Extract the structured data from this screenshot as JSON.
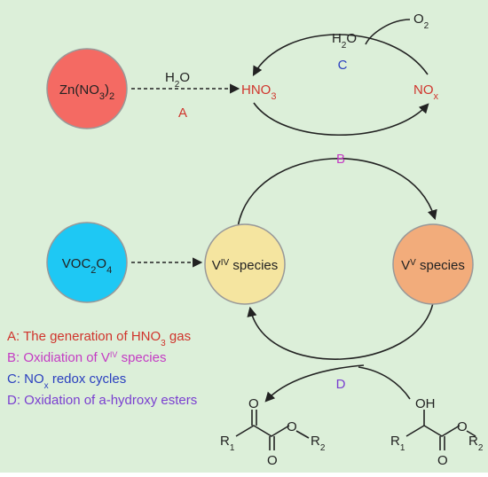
{
  "nodes": {
    "zn": {
      "label": "Zn(NO",
      "sub1": "3",
      "close": ")",
      "sub2": "2",
      "color": "#f46a63"
    },
    "voc": {
      "label": "VOC",
      "sub1": "2",
      "mid": "O",
      "sub2": "4",
      "color": "#1ec8f4"
    },
    "v4": {
      "label": "V",
      "sup": "IV",
      "rest": " species",
      "color": "#f5e5a0"
    },
    "v5": {
      "label": "V",
      "sup": "V",
      "rest": " species",
      "color": "#f2ac7b"
    }
  },
  "labels": {
    "h2o_a": {
      "main": "H",
      "sub": "2",
      "rest": "O"
    },
    "h2o_c": {
      "main": "H",
      "sub": "2",
      "rest": "O"
    },
    "o2": {
      "main": "O",
      "sub": "2"
    },
    "hno3": {
      "main": "HNO",
      "sub": "3"
    },
    "nox": {
      "main": "NO",
      "sub": "x"
    },
    "A": "A",
    "B": "B",
    "C": "C",
    "D": "D"
  },
  "legend": {
    "a": {
      "prefix": "A: The generation of HNO",
      "sub": "3",
      "suffix": " gas",
      "color": "#d0342c"
    },
    "b": {
      "prefix": "B: Oxidiation of V",
      "sup": "IV",
      "suffix": " species",
      "color": "#c43cc4"
    },
    "c": {
      "prefix": "C: NO",
      "sub": "x",
      "suffix": " redox cycles",
      "color": "#2a3fbf"
    },
    "d": {
      "text": "D: Oxidation of a-hydroxy esters",
      "color": "#7a3fd0"
    }
  },
  "structures": {
    "product": {
      "r1": "R",
      "r1sub": "1",
      "o1": "O",
      "o2": "O",
      "o3": "O",
      "r2": "R",
      "r2sub": "2"
    },
    "reactant": {
      "oh": "OH",
      "r1": "R",
      "r1sub": "1",
      "o1": "O",
      "o2": "O",
      "r2": "R",
      "r2sub": "2"
    }
  },
  "colors": {
    "background": "#dcefd9",
    "arrow": "#222222"
  }
}
